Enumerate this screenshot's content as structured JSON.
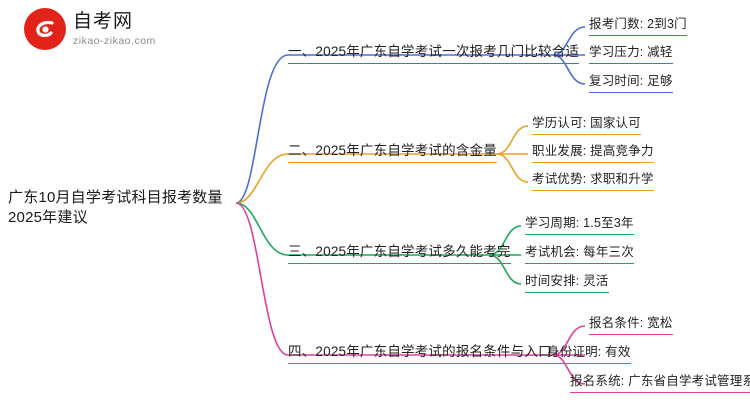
{
  "logo": {
    "title": "自考网",
    "subtitle": "zikao-zikao.com",
    "mark_color": "#e2231a"
  },
  "mindmap": {
    "root": "广东10月自学考试科目报考数量2025年建议",
    "branches": [
      {
        "label": "一、2025年广东自学考试一次报考几门比较合适",
        "color": "#4a6fd6",
        "children": [
          "报考门数: 2到3门",
          "学习压力: 减轻",
          "复习时间: 足够"
        ]
      },
      {
        "label": "二、2025年广东自学考试的含金量",
        "color": "#e8a01e",
        "children": [
          "学历认可: 国家认可",
          "职业发展: 提高竞争力",
          "考试优势: 求职和升学"
        ]
      },
      {
        "label": "三、2025年广东自学考试多久能考完",
        "color": "#1aa85a",
        "children": [
          "学习周期: 1.5至3年",
          "考试机会: 每年三次",
          "时间安排: 灵活"
        ]
      },
      {
        "label": "四、2025年广东自学考试的报名条件与入口",
        "color": "#e0409b",
        "children": [
          "报名条件: 宽松",
          "身份证明: 有效",
          "报名系统: 广东省自学考试管理系统"
        ]
      }
    ]
  }
}
